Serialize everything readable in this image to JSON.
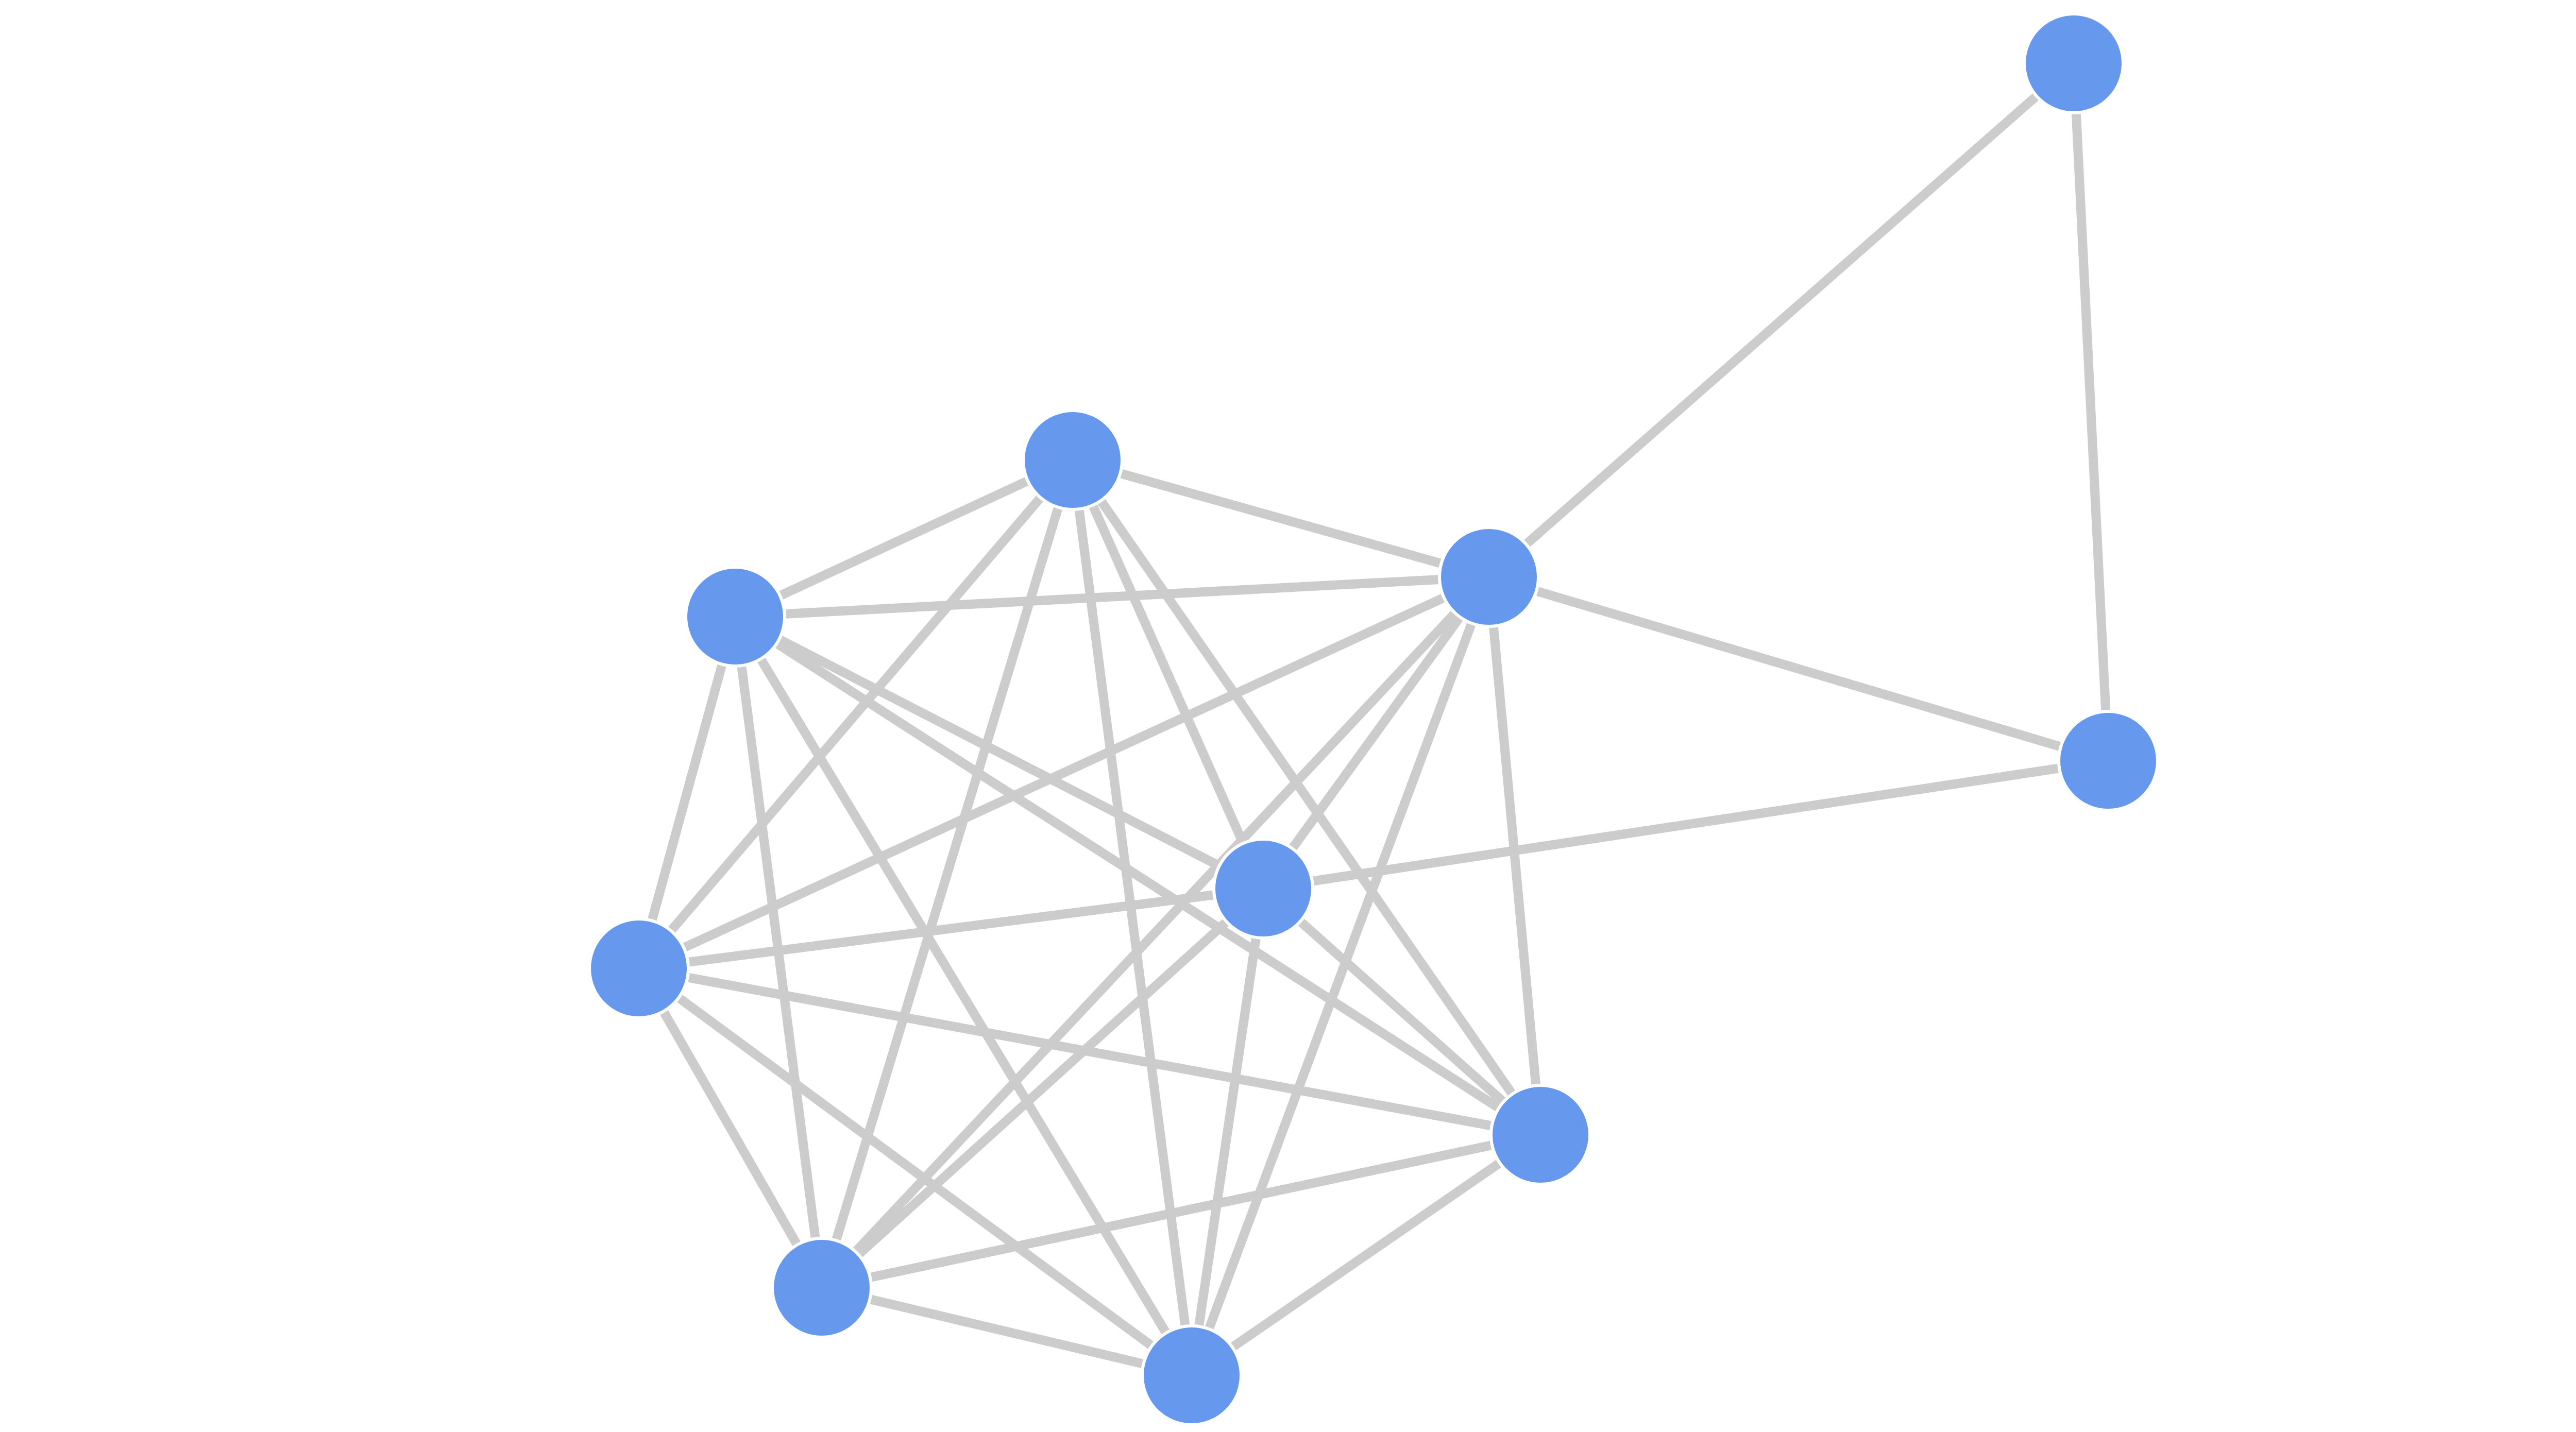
{
  "graph": {
    "colors": {
      "node": "#6699ee",
      "edge": "#cccccc",
      "background": "#ffffff"
    },
    "nodes": [
      {
        "id": "n1"
      },
      {
        "id": "n2"
      },
      {
        "id": "n3"
      },
      {
        "id": "n4"
      },
      {
        "id": "n5"
      },
      {
        "id": "n6"
      },
      {
        "id": "n7"
      },
      {
        "id": "n8"
      },
      {
        "id": "n9"
      },
      {
        "id": "n10"
      },
      {
        "id": "n11"
      }
    ],
    "edges": [
      [
        "n1",
        "n4"
      ],
      [
        "n1",
        "n11"
      ],
      [
        "n2",
        "n3"
      ],
      [
        "n2",
        "n4"
      ],
      [
        "n2",
        "n5"
      ],
      [
        "n2",
        "n7"
      ],
      [
        "n2",
        "n8"
      ],
      [
        "n2",
        "n9"
      ],
      [
        "n2",
        "n10"
      ],
      [
        "n3",
        "n4"
      ],
      [
        "n3",
        "n6"
      ],
      [
        "n3",
        "n5"
      ],
      [
        "n3",
        "n7"
      ],
      [
        "n3",
        "n8"
      ],
      [
        "n3",
        "n9"
      ],
      [
        "n3",
        "n10"
      ],
      [
        "n4",
        "n5"
      ],
      [
        "n4",
        "n6"
      ],
      [
        "n4",
        "n7"
      ],
      [
        "n4",
        "n8"
      ],
      [
        "n4",
        "n9"
      ],
      [
        "n4",
        "n10"
      ],
      [
        "n4",
        "n11"
      ],
      [
        "n5",
        "n6"
      ],
      [
        "n5",
        "n7"
      ],
      [
        "n5",
        "n8"
      ],
      [
        "n5",
        "n9"
      ],
      [
        "n5",
        "n10"
      ],
      [
        "n6",
        "n7"
      ],
      [
        "n6",
        "n8"
      ],
      [
        "n6",
        "n9"
      ],
      [
        "n6",
        "n10"
      ],
      [
        "n7",
        "n8"
      ],
      [
        "n7",
        "n9"
      ],
      [
        "n7",
        "n10"
      ],
      [
        "n8",
        "n9"
      ],
      [
        "n8",
        "n10"
      ],
      [
        "n9",
        "n10"
      ],
      [
        "n10",
        "n11"
      ]
    ]
  }
}
